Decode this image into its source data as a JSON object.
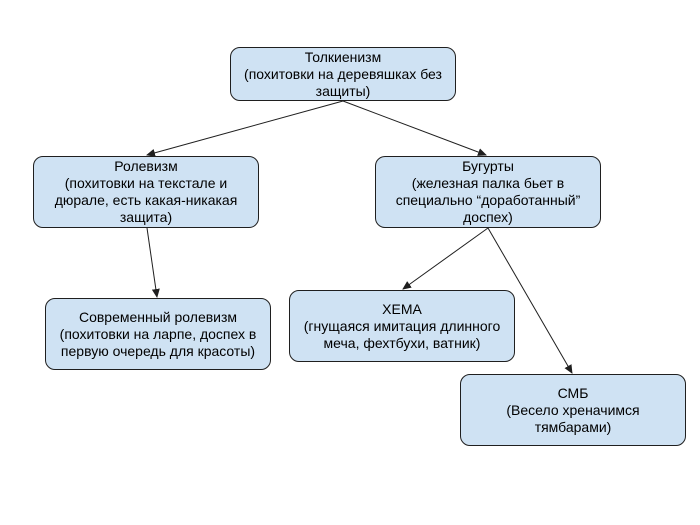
{
  "diagram": {
    "nodes": [
      {
        "id": "tolkien",
        "title": "Толкиенизм",
        "desc": "(похитовки на деревяшках без\nзащиты)"
      },
      {
        "id": "role",
        "title": "Ролевизм",
        "desc": "(похитовки на текстале и\nдюрале, есть какая-никакая\nзащита)"
      },
      {
        "id": "bug",
        "title": "Бугурты",
        "desc": "(железная палка бьет в\nспециально “доработанный”\nдоспех)"
      },
      {
        "id": "modern",
        "title": "Современный ролевизм",
        "desc": "(похитовки на ларпе, доспех в\nпервую очередь для красоты)"
      },
      {
        "id": "hema",
        "title": "ХЕМА",
        "desc": "(гнущаяся имитация длинного\nмеча, фехтбухи, ватник)"
      },
      {
        "id": "smb",
        "title": "СМБ",
        "desc": "(Весело хреначимся\nтямбарами)"
      }
    ],
    "edges": [
      {
        "from": "tolkien",
        "to": "role"
      },
      {
        "from": "tolkien",
        "to": "bug"
      },
      {
        "from": "role",
        "to": "modern"
      },
      {
        "from": "bug",
        "to": "hema"
      },
      {
        "from": "bug",
        "to": "smb"
      }
    ]
  }
}
